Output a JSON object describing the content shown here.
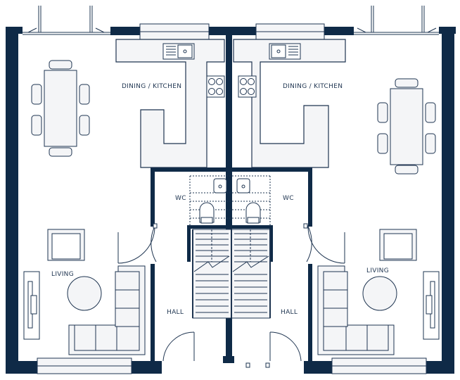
{
  "colors": {
    "wall": "#0f2a47",
    "line": "#1e3450",
    "fill": "#f4f5f7",
    "background": "#ffffff"
  },
  "left_unit": {
    "kitchen_label": "DINING / KITCHEN",
    "wc_label": "WC",
    "living_label": "LIVING",
    "hall_label": "HALL"
  },
  "right_unit": {
    "kitchen_label": "DINING / KITCHEN",
    "wc_label": "WC",
    "living_label": "LIVING",
    "hall_label": "HALL"
  },
  "icons": [
    "sink-icon",
    "hob-icon",
    "toilet-icon",
    "basin-icon",
    "dining-table-icon",
    "armchair-icon",
    "sofa-icon",
    "coffee-table-icon",
    "radiator-icon",
    "staircase-icon",
    "door-icon"
  ]
}
